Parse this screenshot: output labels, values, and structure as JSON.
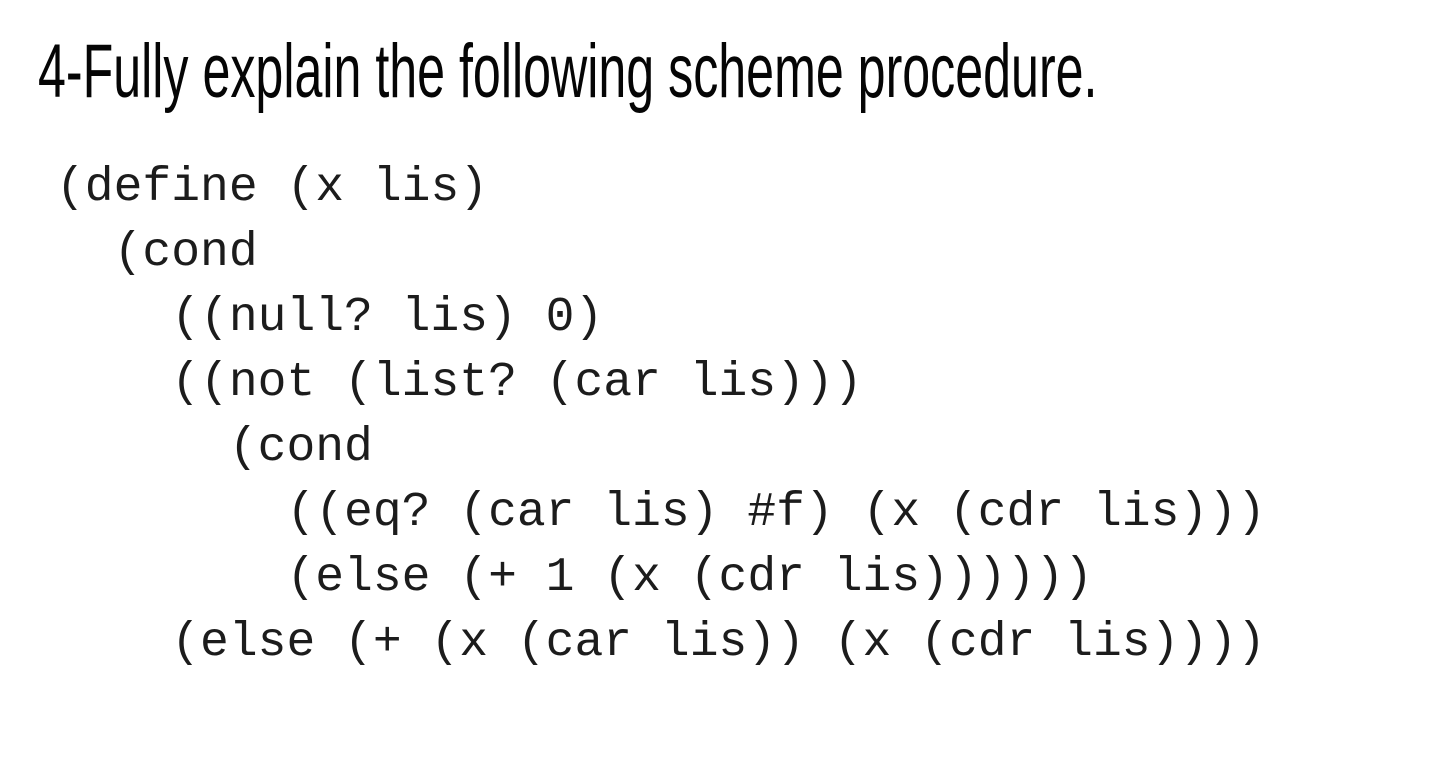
{
  "page": {
    "background_color": "#ffffff",
    "heading_color": "#050505",
    "code_color": "#1c1c1c"
  },
  "question": {
    "heading": "4-Fully explain the following scheme procedure."
  },
  "code": {
    "language": "scheme",
    "lines": [
      "(define (x lis)",
      "  (cond",
      "    ((null? lis) 0)",
      "    ((not (list? (car lis)))",
      "      (cond",
      "        ((eq? (car lis) #f) (x (cdr lis)))",
      "        (else (+ 1 (x (cdr lis))))))",
      "    (else (+ (x (car lis)) (x (cdr lis))))"
    ]
  }
}
